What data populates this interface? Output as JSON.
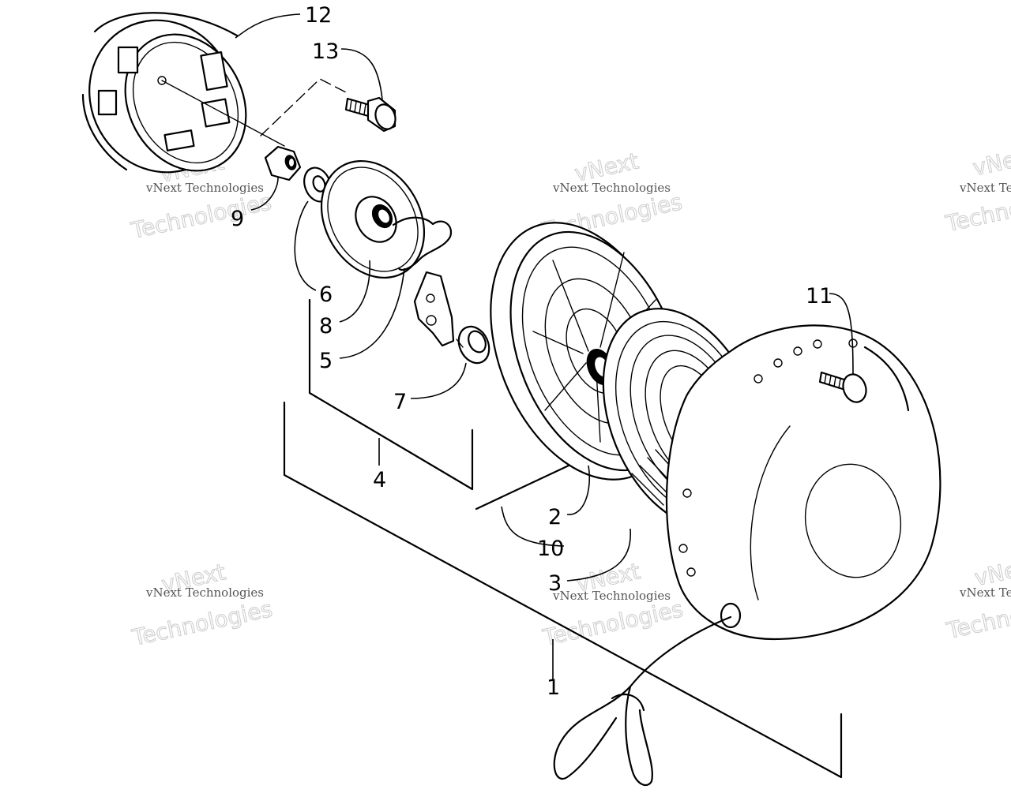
{
  "diagram": {
    "callouts": [
      {
        "id": "c1",
        "text": "1"
      },
      {
        "id": "c2",
        "text": "2"
      },
      {
        "id": "c3",
        "text": "3"
      },
      {
        "id": "c4",
        "text": "4"
      },
      {
        "id": "c5",
        "text": "5"
      },
      {
        "id": "c6",
        "text": "6"
      },
      {
        "id": "c7",
        "text": "7"
      },
      {
        "id": "c8",
        "text": "8"
      },
      {
        "id": "c9",
        "text": "9"
      },
      {
        "id": "c10",
        "text": "10"
      },
      {
        "id": "c11",
        "text": "11"
      },
      {
        "id": "c12",
        "text": "12"
      },
      {
        "id": "c13",
        "text": "13"
      }
    ],
    "watermark": {
      "brand_short": "vNext",
      "brand_full": "vNext Technologies",
      "brand_word": "Technologies"
    }
  }
}
